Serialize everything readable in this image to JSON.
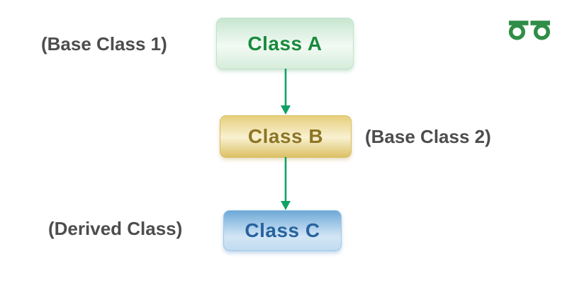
{
  "page": {
    "background_color": "#ffffff"
  },
  "brand": {
    "logo_name": "geeksforgeeks-logo",
    "logo_color": "#2f8d46"
  },
  "diagram": {
    "type": "flowchart-vertical-inheritance",
    "nodes": [
      {
        "id": "class-a",
        "label": "Class A",
        "annotation": "(Base Class 1)",
        "annotation_side": "left",
        "theme": "green",
        "text_color": "#188a3c",
        "fill_top": "#c7e6cf",
        "fill_bottom": "#d6eddb"
      },
      {
        "id": "class-b",
        "label": "Class B",
        "annotation": "(Base Class 2)",
        "annotation_side": "right",
        "theme": "gold",
        "text_color": "#8d7524",
        "fill_top": "#e7cf7e",
        "fill_bottom": "#ddc166"
      },
      {
        "id": "class-c",
        "label": "Class C",
        "annotation": "(Derived Class)",
        "annotation_side": "left",
        "theme": "blue",
        "text_color": "#27639f",
        "fill_top": "#6fa9d8",
        "fill_bottom": "#c0dbf0"
      }
    ],
    "edges": [
      {
        "from": "class-a",
        "to": "class-b",
        "direction": "down",
        "color": "#10a166"
      },
      {
        "from": "class-b",
        "to": "class-c",
        "direction": "down",
        "color": "#10a166"
      }
    ],
    "annotation_text_color": "#4d4d4d"
  }
}
